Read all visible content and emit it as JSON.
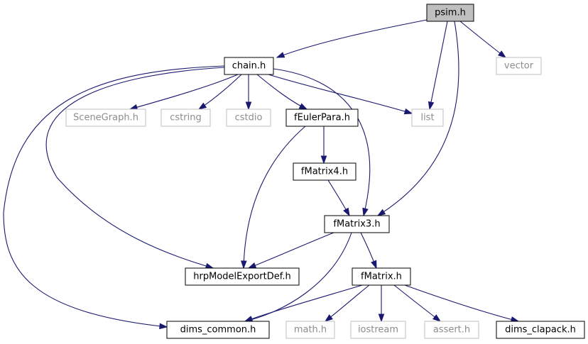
{
  "colors": {
    "edge": "#191970",
    "root_fill": "#bfbfbf",
    "system_text": "#8c8c8c",
    "system_border": "#bfbfbf",
    "local_border": "#000000"
  },
  "nodes": [
    {
      "id": "psim",
      "label": "psim.h",
      "kind": "root"
    },
    {
      "id": "chain",
      "label": "chain.h",
      "kind": "local"
    },
    {
      "id": "vector",
      "label": "vector",
      "kind": "system"
    },
    {
      "id": "scenegraph",
      "label": "SceneGraph.h",
      "kind": "system"
    },
    {
      "id": "cstring",
      "label": "cstring",
      "kind": "system"
    },
    {
      "id": "cstdio",
      "label": "cstdio",
      "kind": "system"
    },
    {
      "id": "feulerpara",
      "label": "fEulerPara.h",
      "kind": "local"
    },
    {
      "id": "list",
      "label": "list",
      "kind": "system"
    },
    {
      "id": "fmatrix4",
      "label": "fMatrix4.h",
      "kind": "local"
    },
    {
      "id": "fmatrix3",
      "label": "fMatrix3.h",
      "kind": "local"
    },
    {
      "id": "hrpmodel",
      "label": "hrpModelExportDef.h",
      "kind": "local"
    },
    {
      "id": "fmatrix",
      "label": "fMatrix.h",
      "kind": "local"
    },
    {
      "id": "dimscommon",
      "label": "dims_common.h",
      "kind": "local"
    },
    {
      "id": "math",
      "label": "math.h",
      "kind": "system"
    },
    {
      "id": "iostream",
      "label": "iostream",
      "kind": "system"
    },
    {
      "id": "assert",
      "label": "assert.h",
      "kind": "system"
    },
    {
      "id": "dimsclapack",
      "label": "dims_clapack.h",
      "kind": "local"
    }
  ],
  "edges": [
    {
      "from": "psim",
      "to": "chain"
    },
    {
      "from": "psim",
      "to": "vector"
    },
    {
      "from": "psim",
      "to": "list"
    },
    {
      "from": "psim",
      "to": "fmatrix3"
    },
    {
      "from": "chain",
      "to": "scenegraph"
    },
    {
      "from": "chain",
      "to": "cstring"
    },
    {
      "from": "chain",
      "to": "cstdio"
    },
    {
      "from": "chain",
      "to": "feulerpara"
    },
    {
      "from": "chain",
      "to": "list"
    },
    {
      "from": "chain",
      "to": "fmatrix3"
    },
    {
      "from": "chain",
      "to": "hrpmodel"
    },
    {
      "from": "chain",
      "to": "dimscommon"
    },
    {
      "from": "feulerpara",
      "to": "fmatrix4"
    },
    {
      "from": "feulerpara",
      "to": "hrpmodel"
    },
    {
      "from": "fmatrix4",
      "to": "fmatrix3"
    },
    {
      "from": "fmatrix3",
      "to": "hrpmodel"
    },
    {
      "from": "fmatrix3",
      "to": "fmatrix"
    },
    {
      "from": "fmatrix3",
      "to": "dimscommon"
    },
    {
      "from": "fmatrix",
      "to": "dimscommon"
    },
    {
      "from": "fmatrix",
      "to": "math"
    },
    {
      "from": "fmatrix",
      "to": "iostream"
    },
    {
      "from": "fmatrix",
      "to": "assert"
    },
    {
      "from": "fmatrix",
      "to": "dimsclapack"
    }
  ]
}
